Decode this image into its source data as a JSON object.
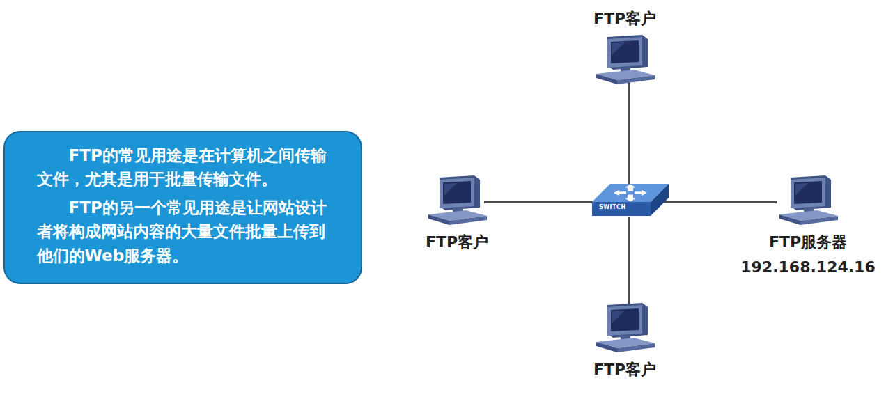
{
  "diagram": {
    "nodes": [
      {
        "text": [
          "FTP的常见用途是在计算机之间传输文件，尤其是用于批量传输文件。",
          "FTP的另一个常见用途是让网站设计者将构成网站内容的大量文件批量上传到他们的Web服务器。"
        ]
      },
      {
        "text": [
          "FTP客户"
        ]
      },
      {
        "text": [
          "FTP客户"
        ]
      },
      {
        "text": [
          "SWITCH"
        ]
      },
      {
        "text": [
          "FTP服务器",
          "192.168.124.16"
        ]
      },
      {
        "text": [
          "FTP客户"
        ]
      }
    ],
    "edges": [
      {
        "from": 3,
        "to": 1,
        "arrow": "none"
      },
      {
        "from": 3,
        "to": 2,
        "arrow": "none"
      },
      {
        "from": 3,
        "to": 4,
        "arrow": "none"
      },
      {
        "from": 3,
        "to": 5,
        "arrow": "none"
      }
    ]
  }
}
